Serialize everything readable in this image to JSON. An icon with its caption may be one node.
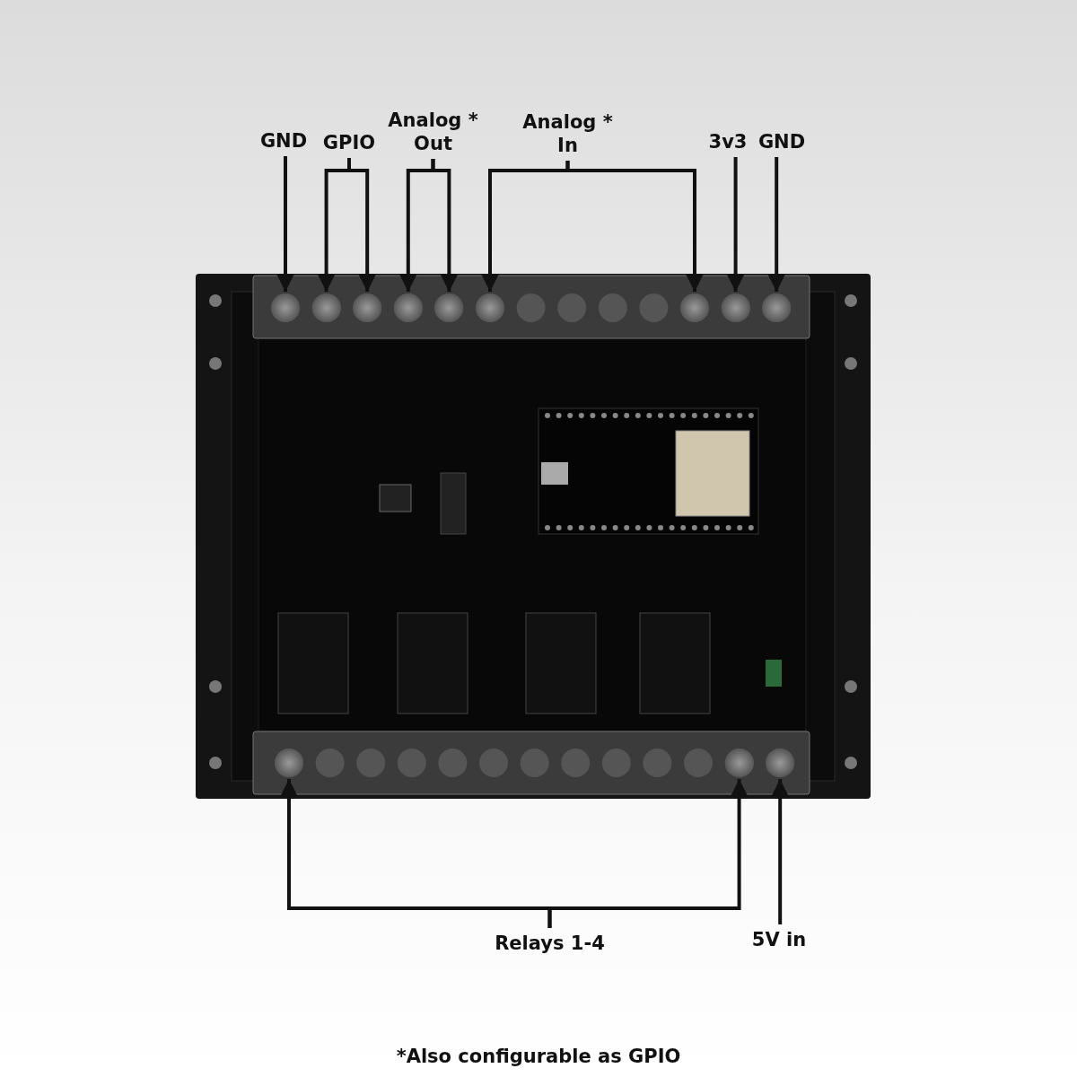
{
  "diagram": {
    "caption": "*Also configurable as GPIO",
    "nodes": [
      {
        "text": [
          "GND"
        ]
      },
      {
        "text": [
          "GPIO"
        ]
      },
      {
        "text": [
          "Analog * Out"
        ]
      },
      {
        "text": [
          "Analog * In"
        ]
      },
      {
        "text": [
          "3v3"
        ]
      },
      {
        "text": [
          "GND"
        ]
      },
      {
        "text": [],
        "shape": "picture"
      },
      {
        "text": [],
        "shape": "circle",
        "in": 6
      },
      {
        "text": [],
        "shape": "circle",
        "in": 6
      },
      {
        "text": [],
        "shape": "circle",
        "in": 6
      },
      {
        "text": [],
        "shape": "circle",
        "in": 6
      },
      {
        "text": [],
        "shape": "circle",
        "in": 6
      },
      {
        "text": [],
        "shape": "circle",
        "in": 6
      },
      {
        "text": [],
        "shape": "circle",
        "in": 6
      },
      {
        "text": [],
        "shape": "circle",
        "in": 6
      },
      {
        "text": [],
        "shape": "circle",
        "in": 6
      },
      {
        "text": [],
        "shape": "circle",
        "in": 6
      },
      {
        "text": [],
        "shape": "circle",
        "in": 6
      },
      {
        "text": [],
        "shape": "circle",
        "in": 6
      },
      {
        "text": [
          "Relays 1-4"
        ]
      },
      {
        "text": [
          "5V in"
        ]
      }
    ],
    "edges": [
      {
        "from": 0,
        "to": 7,
        "arrow": "to"
      },
      {
        "from": 1,
        "to": 8,
        "arrow": "to"
      },
      {
        "from": 1,
        "to": 9,
        "arrow": "to"
      },
      {
        "from": 2,
        "to": 10,
        "arrow": "to"
      },
      {
        "from": 2,
        "to": 11,
        "arrow": "to"
      },
      {
        "from": 3,
        "to": 12,
        "arrow": "to"
      },
      {
        "from": 3,
        "to": 13,
        "arrow": "to"
      },
      {
        "from": 4,
        "to": 14,
        "arrow": "to"
      },
      {
        "from": 5,
        "to": 15,
        "arrow": "to"
      },
      {
        "from": 19,
        "to": 16,
        "arrow": "to"
      },
      {
        "from": 19,
        "to": 17,
        "arrow": "to"
      },
      {
        "from": 20,
        "to": 18,
        "arrow": "to"
      }
    ]
  }
}
